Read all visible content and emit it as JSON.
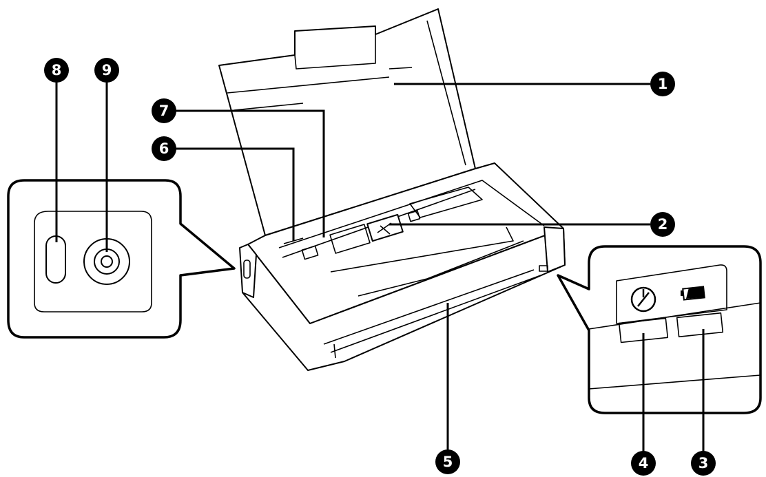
{
  "callouts": [
    {
      "id": "1",
      "label": "1"
    },
    {
      "id": "2",
      "label": "2"
    },
    {
      "id": "3",
      "label": "3"
    },
    {
      "id": "4",
      "label": "4"
    },
    {
      "id": "5",
      "label": "5"
    },
    {
      "id": "6",
      "label": "6"
    },
    {
      "id": "7",
      "label": "7"
    },
    {
      "id": "8",
      "label": "8"
    },
    {
      "id": "9",
      "label": "9"
    }
  ],
  "colors": {
    "ink": "#000000",
    "paper": "#ffffff"
  },
  "icons": [
    "power-icon",
    "battery-icon",
    "usb-port-icon",
    "dc-in-port-icon"
  ]
}
